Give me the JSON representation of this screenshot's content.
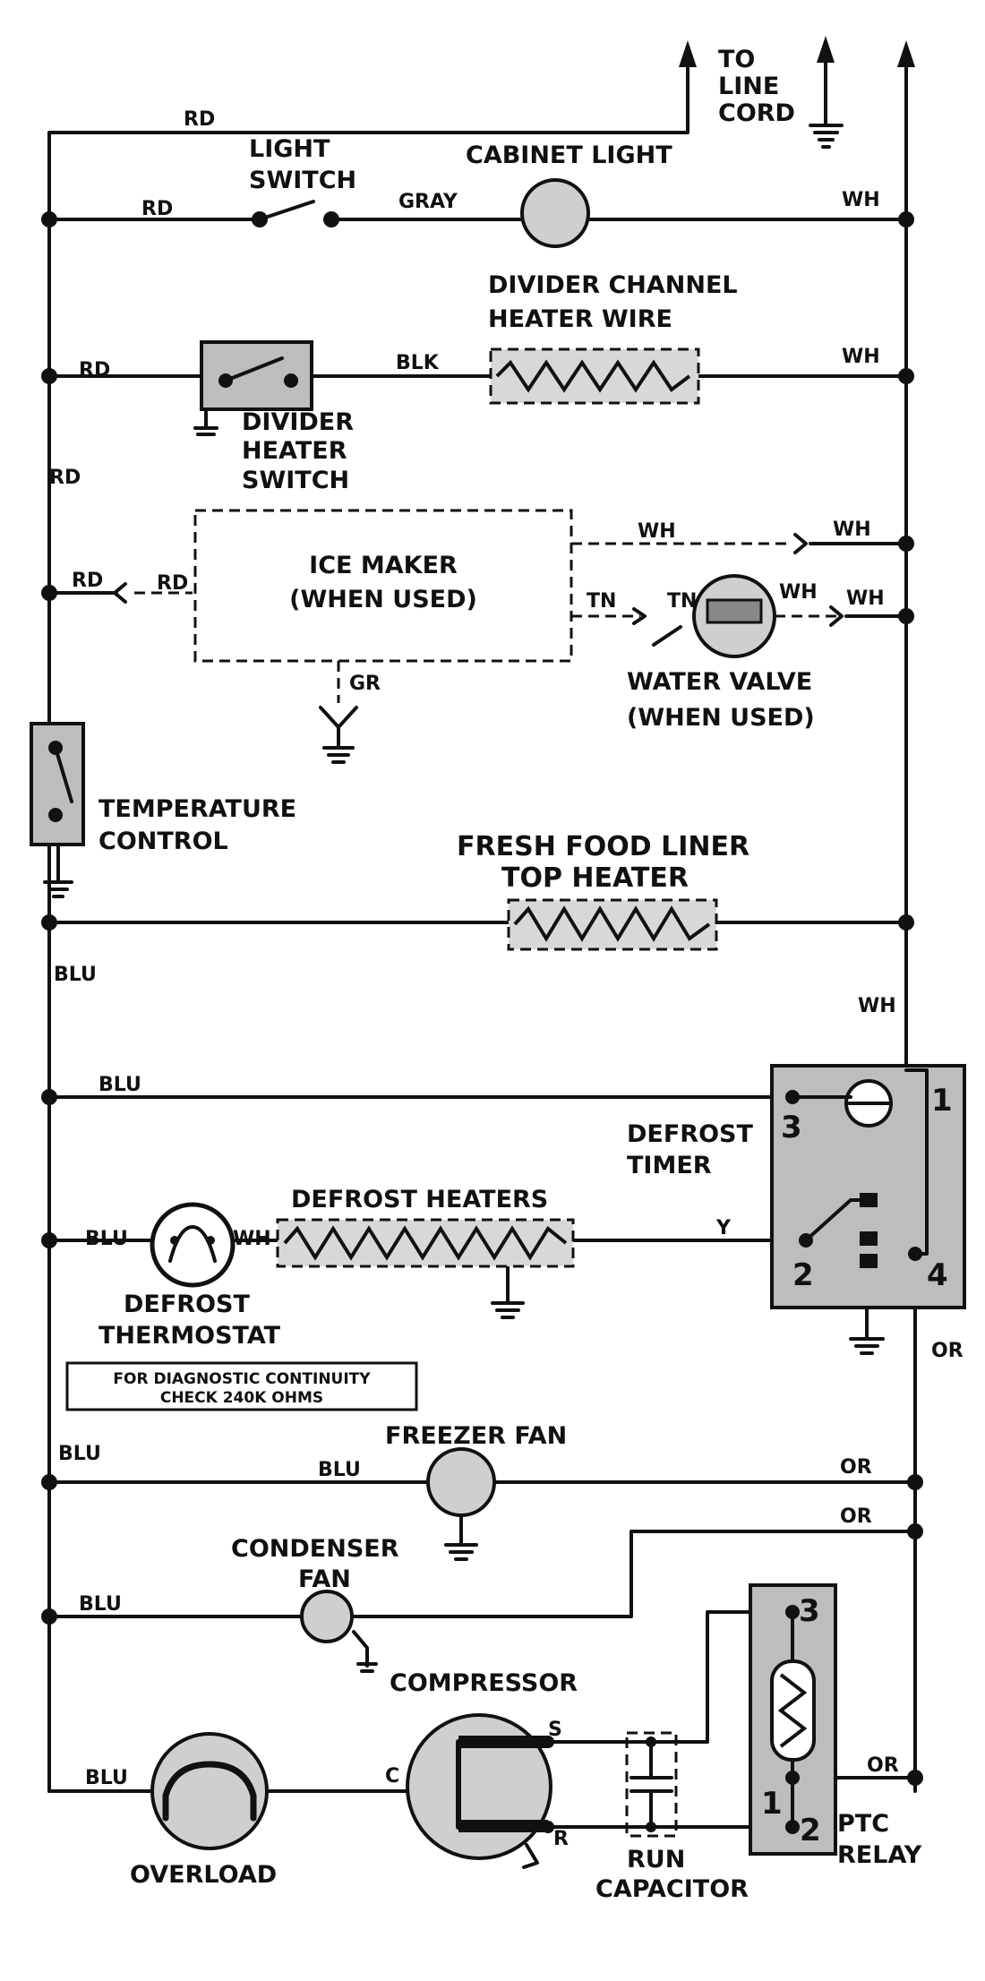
{
  "labels": {
    "to_line_cord": [
      "TO",
      "LINE",
      "CORD"
    ],
    "light_switch": [
      "LIGHT",
      "SWITCH"
    ],
    "cabinet_light": "CABINET LIGHT",
    "divider_channel": [
      "DIVIDER CHANNEL",
      "HEATER WIRE"
    ],
    "divider_heater_switch": [
      "DIVIDER",
      "HEATER",
      "SWITCH"
    ],
    "ice_maker": [
      "ICE MAKER",
      "(WHEN USED)"
    ],
    "water_valve": [
      "WATER VALVE",
      "(WHEN USED)"
    ],
    "temperature_control": [
      "TEMPERATURE",
      "CONTROL"
    ],
    "fresh_food": [
      "FRESH FOOD LINER",
      "TOP HEATER"
    ],
    "defrost_timer": [
      "DEFROST",
      "TIMER"
    ],
    "defrost_heaters": "DEFROST HEATERS",
    "defrost_thermostat": [
      "DEFROST",
      "THERMOSTAT"
    ],
    "diagnostic_note": [
      "FOR DIAGNOSTIC CONTINUITY",
      "CHECK 240K OHMS"
    ],
    "freezer_fan": "FREEZER FAN",
    "condenser_fan": [
      "CONDENSER",
      "FAN"
    ],
    "compressor": "COMPRESSOR",
    "overload": "OVERLOAD",
    "run_capacitor": [
      "RUN",
      "CAPACITOR"
    ],
    "ptc_relay": [
      "PTC",
      "RELAY"
    ]
  },
  "wires": {
    "rd": "RD",
    "gray": "GRAY",
    "wh": "WH",
    "blk": "BLK",
    "tn": "TN",
    "gr": "GR",
    "blu": "BLU",
    "y": "Y",
    "or": "OR",
    "c": "C",
    "s": "S",
    "r": "R"
  },
  "terminals": {
    "timer_1": "1",
    "timer_2": "2",
    "timer_3": "3",
    "timer_4": "4",
    "relay_1": "1",
    "relay_2": "2",
    "relay_3": "3"
  }
}
